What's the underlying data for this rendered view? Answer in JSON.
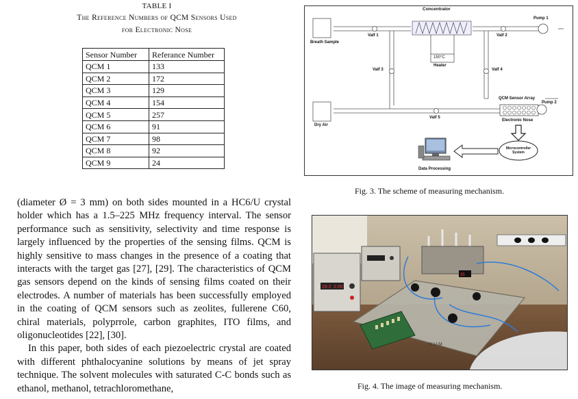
{
  "table": {
    "label": "TABLE I",
    "title_line1": "The Reference Numbers of QCM Sensors Used",
    "title_line2": "for Electronic Nose",
    "headers": [
      "Sensor Number",
      "Referance Number"
    ],
    "rows": [
      [
        "QCM 1",
        "133"
      ],
      [
        "QCM 2",
        "172"
      ],
      [
        "QCM 3",
        "129"
      ],
      [
        "QCM 4",
        "154"
      ],
      [
        "QCM 5",
        "257"
      ],
      [
        "QCM 6",
        "91"
      ],
      [
        "QCM 7",
        "98"
      ],
      [
        "QCM 8",
        "92"
      ],
      [
        "QCM 9",
        "24"
      ]
    ]
  },
  "body": {
    "paragraph1": "(diameter Ø = 3 mm) on both sides mounted in a HC6/U crystal holder which has a 1.5–225 MHz frequency interval. The sensor performance such as sensitivity, selectivity and time response is largely influenced by the properties of the sensing films. QCM is highly sensitive to mass changes in the presence of a coating that interacts with the target gas [27], [29]. The characteristics of QCM gas sensors depend on the kinds of sensing films coated on their electrodes. A number of materials has been successfully employed in the coating of QCM sensors such as zeolites, fullerene C60, chiral materials, polyprrole, carbon graphites, ITO films, and oligonucleotides [22], [30].",
    "paragraph2": "In this paper, both sides of each piezoelectric crystal are coated with different phthalocyanine solutions by means of jet spray technique. The solvent molecules with saturated C-C bonds such as ethanol, methanol, tetrachloromethane,"
  },
  "figure3": {
    "caption": "Fig. 3.   The scheme of measuring mechanism.",
    "labels": {
      "concentrator": "Concentrator",
      "pump1": "Pump 1",
      "breath_sample": "Breath Sample",
      "valf1": "Valf 1",
      "valf2": "Valf 2",
      "valf3": "Valf 3",
      "valf4": "Valf 4",
      "valf5": "Valf 5",
      "heater_temp": "150°C",
      "heater": "Heater",
      "qcm_array": "QCM Sensor Array",
      "pump2": "Pump 2",
      "dry_air": "Dry Air",
      "electronic_nose": "Electronic Nose",
      "microcontroller": "Microcontroller System",
      "data_processing": "Data Processing"
    }
  },
  "figure4": {
    "caption": "Fig. 4.   The image of measuring mechanism.",
    "board_text": "N U M",
    "display1": "19.2",
    "display2": "2.00",
    "display3": "35"
  }
}
